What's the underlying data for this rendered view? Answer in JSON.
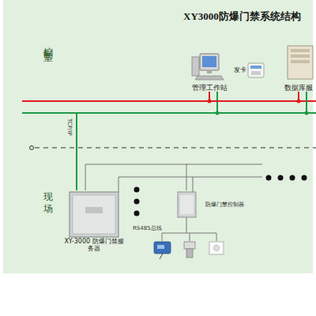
{
  "diagram": {
    "title": "XY3000防爆门禁系统结构",
    "nodes": [
      {
        "text": [
          "管理工作站"
        ]
      },
      {
        "text": [
          "发卡"
        ]
      },
      {
        "text": [
          "数据库服"
        ]
      },
      {
        "text": [
          "XY-3000 防爆门禁服务器"
        ]
      },
      {
        "text": [
          "防爆门禁控制器"
        ]
      }
    ],
    "edges": [
      {
        "from": 3,
        "to": 0,
        "arrow": "none"
      },
      {
        "from": 0,
        "to": 2,
        "arrow": "none"
      },
      {
        "from": 3,
        "to": 4,
        "arrow": "none"
      }
    ],
    "labels": [
      "控制室",
      "现场",
      "TCP/IP",
      "RS485总线"
    ]
  }
}
